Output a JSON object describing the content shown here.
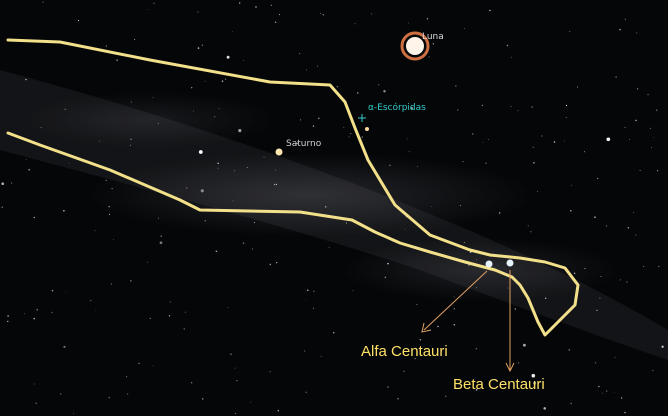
{
  "objects": {
    "luna": {
      "label": "Luna",
      "color": "#ff8a50"
    },
    "saturno": {
      "label": "Saturno",
      "color": "#ffe7b0"
    },
    "escorpidas": {
      "label": "α-Escórpidas",
      "color": "#33cccc"
    }
  },
  "annotations": {
    "alfa_centauri": "Alfa Centauri",
    "beta_centauri": "Beta Centauri",
    "color": "#ffe066"
  },
  "outline": {
    "color": "#f2e08a"
  }
}
